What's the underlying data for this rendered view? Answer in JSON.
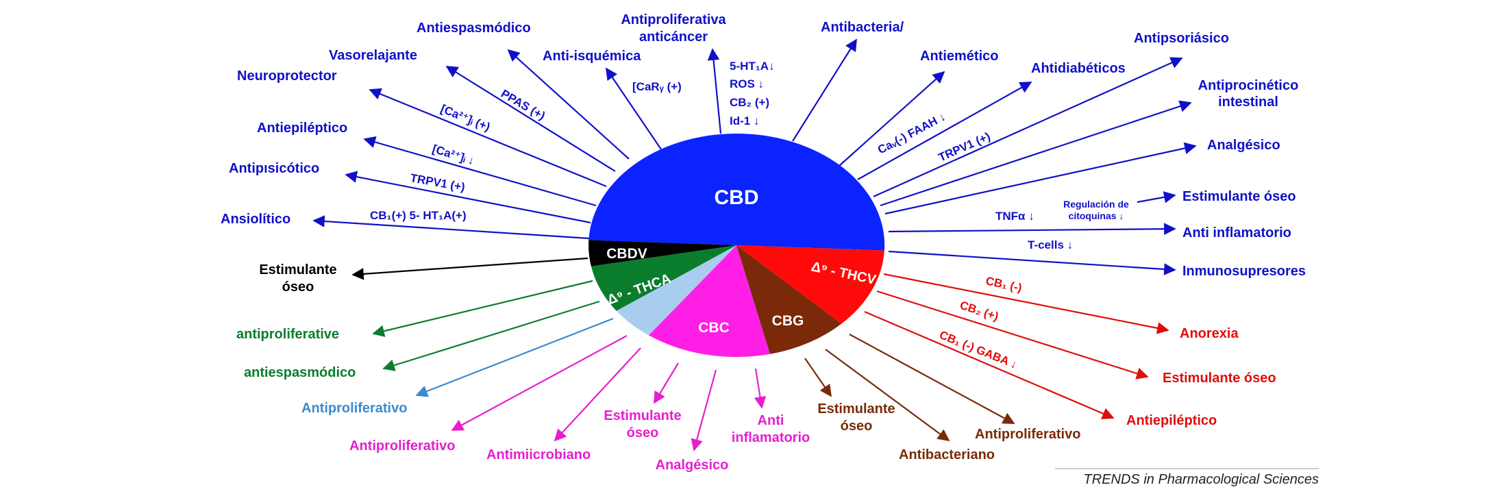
{
  "colors": {
    "cbd": "#0a23ff",
    "cbdv": "#000000",
    "thca": "#0a7d2c",
    "light_blue": "#a9cdee",
    "cbc": "#ff1ee6",
    "cbg": "#7a2a08",
    "thcv": "#ff0a0a",
    "blue_text": "#1010c8",
    "green_text": "#0a7d2c",
    "steel_text": "#3a8ad0",
    "magenta_text": "#e61ecf",
    "brown_text": "#7a2a08",
    "red_text": "#e00d0d"
  },
  "slices": {
    "cbd": "CBD",
    "cbdv": "CBDV",
    "thca": "Δ⁹ - THCA",
    "cbc": "CBC",
    "cbg": "CBG",
    "thcv": "Δ⁹ - THCV"
  },
  "effects": {
    "ansiolitico": "Ansiolítico",
    "antipsicotico": "Antipısicótico",
    "antiepileptico_blue": "Antiepiléptico",
    "neuroprotector": "Neuroprotector",
    "vasorelajante": "Vasorelajante",
    "antiespasmodico_blue": "Antiespasmódico",
    "anti_isquemica": "Anti-isquémica",
    "antiproliferativa_1": "Antiproliferativa",
    "antiproliferativa_2": "anticáncer",
    "antibacteria": "Antibacteria/",
    "antiemetico": "Antiemético",
    "antidiabeticos": "Ahtidiabéticos",
    "antipsoriasico": "Antipsoriásico",
    "antiprocinetico_1": "Antiprocinético",
    "antiprocinetico_2": "intestinal",
    "analgesico_blue": "Analgésico",
    "estimulante_oseo_blue": "Estimulante óseo",
    "anti_inflamatorio_blue": "Anti inflamatorio",
    "inmunosupresores": "Inmunosupresores",
    "estimulante_black_1": "Estimulante",
    "estimulante_black_2": "óseo",
    "antiproliferative_green": "antiproliferative",
    "antiespasmodico_green": "antiespasmódico",
    "antiproliferativo_steel": "Antiproliferativo",
    "antiproliferativo_magenta": "Antiproliferativo",
    "antimicrobiano": "Antimiicrobiano",
    "estimulante_magenta_1": "Estimulante",
    "estimulante_magenta_2": "óseo",
    "analgesico_magenta": "Analgésico",
    "anti_infl_magenta_1": "Anti",
    "anti_infl_magenta_2": "inflamatorio",
    "estimulante_brown_1": "Estimulante",
    "estimulante_brown_2": "óseo",
    "antibacteriano": "Antibacteriano",
    "antiproliferativo_brown": "Antiproliferativo",
    "anorexia": "Anorexia",
    "estimulante_oseo_red": "Estimulante óseo",
    "antiepileptico_red": "Antiepiléptico"
  },
  "mechanisms": {
    "cb1_5ht1a": "CB₁(+) 5- HT₁A(+)",
    "trpv1_left": "TRPV1 (+)",
    "ca_i_down": "[Ca²⁺]ᵢ ↓",
    "ca_i_up": "[Ca²⁺]ᵢ (+)",
    "ppas": "PPAS (+)",
    "caR": "[CaRᵧ (+)",
    "ht1a": "5-HT₁A↓",
    "ros": "ROS ↓",
    "cb2": "CB₂ (+)",
    "id1": "Id-1 ↓",
    "cav_faah": "Caᵥ(-) FAAH ↓",
    "trpv1_right": "TRPV1 (+)",
    "tnfa": "TNFα ↓",
    "regulacion_1": "Regulación de",
    "regulacion_2": "citoquinas ↓",
    "tcells": "T-cells ↓",
    "cb1_red": "CB₁ (-)",
    "cb2_red": "CB₂ (+)",
    "cb1_gaba": "CB₁ (-)  GABA ↓"
  },
  "credit": "TRENDS in Pharmacological Sciences"
}
